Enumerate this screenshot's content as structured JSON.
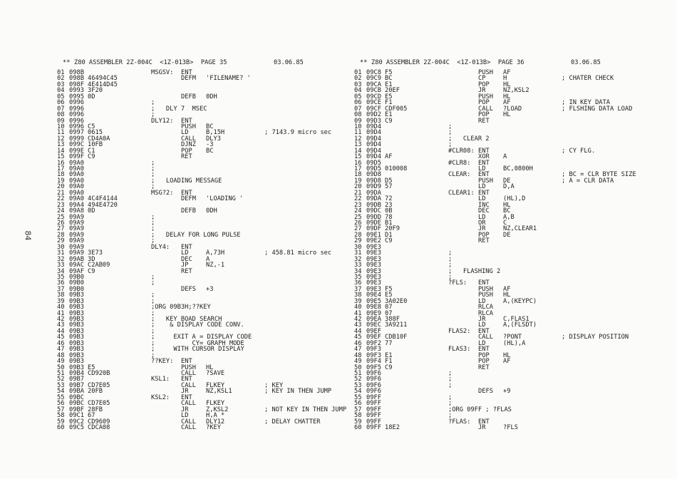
{
  "page_number": "84",
  "pages": [
    {
      "header": {
        "stars": "**",
        "title": "Z80 ASSEMBLER 2Z-004C  <1Z-013B>  PAGE 35",
        "date": "03.06.85"
      },
      "lines": [
        {
          "n": "01",
          "addr": "098B",
          "label": "MSGSV:",
          "op": "ENT"
        },
        {
          "n": "02",
          "addr": "098B",
          "code": "46494C45",
          "op": "DEFM",
          "arg": "'FILENAME? '"
        },
        {
          "n": "03",
          "addr": "098F",
          "code": "4E414D45"
        },
        {
          "n": "04",
          "addr": "0993",
          "code": "3F20"
        },
        {
          "n": "05",
          "addr": "0995",
          "code": "0D",
          "op": "DEFB",
          "arg": "0DH"
        },
        {
          "n": "06",
          "addr": "0996",
          "label": ";"
        },
        {
          "n": "07",
          "addr": "0996",
          "label": ";   DLY 7  MSEC"
        },
        {
          "n": "08",
          "addr": "0996",
          "label": ";"
        },
        {
          "n": "09",
          "addr": "0996",
          "label": "DLY12:",
          "op": "ENT"
        },
        {
          "n": "10",
          "addr": "0996",
          "code": "C5",
          "op": "PUSH",
          "arg": "BC"
        },
        {
          "n": "11",
          "addr": "0997",
          "code": "0615",
          "op": "LD",
          "arg": "B,15H",
          "comment": "; 7143.9 micro sec"
        },
        {
          "n": "12",
          "addr": "0999",
          "code": "CD4A0A",
          "op": "CALL",
          "arg": "DLY3"
        },
        {
          "n": "13",
          "addr": "099C",
          "code": "10FB",
          "op": "DJNZ",
          "arg": "-3"
        },
        {
          "n": "14",
          "addr": "099E",
          "code": "C1",
          "op": "POP",
          "arg": "BC"
        },
        {
          "n": "15",
          "addr": "099F",
          "code": "C9",
          "op": "RET"
        },
        {
          "n": "16",
          "addr": "09A0",
          "label": ";"
        },
        {
          "n": "17",
          "addr": "09A0",
          "label": ";"
        },
        {
          "n": "18",
          "addr": "09A0",
          "label": ";"
        },
        {
          "n": "19",
          "addr": "09A0",
          "label": ";   LOADING MESSAGE"
        },
        {
          "n": "20",
          "addr": "09A0",
          "label": ";"
        },
        {
          "n": "21",
          "addr": "09A0",
          "label": "MSG?2:",
          "op": "ENT"
        },
        {
          "n": "22",
          "addr": "09A0",
          "code": "4C4F4144",
          "op": "DEFM",
          "arg": "'LOADING '"
        },
        {
          "n": "23",
          "addr": "09A4",
          "code": "494E4720"
        },
        {
          "n": "24",
          "addr": "09A8",
          "code": "0D",
          "op": "DEFB",
          "arg": "0DH"
        },
        {
          "n": "25",
          "addr": "09A9",
          "label": ";"
        },
        {
          "n": "26",
          "addr": "09A9",
          "label": ";"
        },
        {
          "n": "27",
          "addr": "09A9",
          "label": ";"
        },
        {
          "n": "28",
          "addr": "09A9",
          "label": ";   DELAY FOR LONG PULSE"
        },
        {
          "n": "29",
          "addr": "09A9",
          "label": ";"
        },
        {
          "n": "30",
          "addr": "09A9",
          "label": "DLY4:",
          "op": "ENT"
        },
        {
          "n": "31",
          "addr": "09A9",
          "code": "3E73",
          "op": "LD",
          "arg": "A,73H",
          "comment": "; 458.81 micro sec"
        },
        {
          "n": "32",
          "addr": "09AB",
          "code": "3D",
          "op": "DEC",
          "arg": "A"
        },
        {
          "n": "33",
          "addr": "09AC",
          "code": "C2AB09",
          "op": "JP",
          "arg": "NZ,-1"
        },
        {
          "n": "34",
          "addr": "09AF",
          "code": "C9",
          "op": "RET"
        },
        {
          "n": "35",
          "addr": "09B0",
          "label": ";"
        },
        {
          "n": "36",
          "addr": "09B0",
          "label": ";"
        },
        {
          "n": "37",
          "addr": "09B0",
          "op": "DEFS",
          "arg": "+3"
        },
        {
          "n": "38",
          "addr": "09B3",
          "label": ";"
        },
        {
          "n": "39",
          "addr": "09B3",
          "label": ";"
        },
        {
          "n": "40",
          "addr": "09B3",
          "label": ";ORG 09B3H;??KEY"
        },
        {
          "n": "41",
          "addr": "09B3",
          "label": ";"
        },
        {
          "n": "42",
          "addr": "09B3",
          "label": ";   KEY BOAD SEARCH"
        },
        {
          "n": "43",
          "addr": "09B3",
          "label": ";    & DISPLAY CODE CONV."
        },
        {
          "n": "44",
          "addr": "09B3",
          "label": ";"
        },
        {
          "n": "45",
          "addr": "09B3",
          "label": ";     EXIT A = DISPLAY CODE"
        },
        {
          "n": "46",
          "addr": "09B3",
          "label": ";          CY= GRAPH MODE"
        },
        {
          "n": "47",
          "addr": "09B3",
          "label": ";     WITH CURSOR DISPLAY"
        },
        {
          "n": "48",
          "addr": "09B3",
          "label": ";"
        },
        {
          "n": "49",
          "addr": "09B3",
          "label": "??KEY:",
          "op": "ENT"
        },
        {
          "n": "50",
          "addr": "09B3",
          "code": "E5",
          "op": "PUSH",
          "arg": "HL"
        },
        {
          "n": "51",
          "addr": "09B4",
          "code": "CD920B",
          "op": "CALL",
          "arg": "?SAVE"
        },
        {
          "n": "52",
          "addr": "09B7",
          "label": "KSL1:",
          "op": "ENT"
        },
        {
          "n": "53",
          "addr": "09B7",
          "code": "CD7E05",
          "op": "CALL",
          "arg": "FLKEY",
          "comment": "; KEY"
        },
        {
          "n": "54",
          "addr": "09BA",
          "code": "20FB",
          "op": "JR",
          "arg": "NZ,KSL1",
          "comment": "; KEY IN THEN JUMP"
        },
        {
          "n": "55",
          "addr": "09BC",
          "label": "KSL2:",
          "op": "ENT"
        },
        {
          "n": "56",
          "addr": "09BC",
          "code": "CD7E05",
          "op": "CALL",
          "arg": "FLKEY"
        },
        {
          "n": "57",
          "addr": "09BF",
          "code": "28FB",
          "op": "JR",
          "arg": "Z,KSL2",
          "comment": "; NOT KEY IN THEN JUMP"
        },
        {
          "n": "58",
          "addr": "09C1",
          "code": "67",
          "op": "LD",
          "arg": "H,A *"
        },
        {
          "n": "59",
          "addr": "09C2",
          "code": "CD9609",
          "op": "CALL",
          "arg": "DLY12",
          "comment": "; DELAY CHATTER"
        },
        {
          "n": "60",
          "addr": "09C5",
          "code": "CDCA08",
          "op": "CALL",
          "arg": "?KEY"
        }
      ]
    },
    {
      "header": {
        "stars": "**",
        "title": "Z80 ASSEMBLER 2Z-004C  <1Z-013B>  PAGE 36",
        "date": "03.06.85"
      },
      "lines": [
        {
          "n": "01",
          "addr": "09C8",
          "code": "F5",
          "op": "PUSH",
          "arg": "AF"
        },
        {
          "n": "02",
          "addr": "09C9",
          "code": "BC",
          "op": "CP",
          "arg": "H",
          "comment": "; CHATER CHECK"
        },
        {
          "n": "03",
          "addr": "09CA",
          "code": "E1",
          "op": "POP",
          "arg": "HL"
        },
        {
          "n": "04",
          "addr": "09CB",
          "code": "20EF",
          "op": "JR",
          "arg": "NZ,KSL2"
        },
        {
          "n": "05",
          "addr": "09CD",
          "code": "E5",
          "op": "PUSH",
          "arg": "HL"
        },
        {
          "n": "06",
          "addr": "09CE",
          "code": "F1",
          "op": "POP",
          "arg": "AF",
          "comment": "; IN KEY DATA"
        },
        {
          "n": "07",
          "addr": "09CF",
          "code": "CDF005",
          "op": "CALL",
          "arg": "?LOAD",
          "comment": "; FLSHING DATA LOAD"
        },
        {
          "n": "08",
          "addr": "09D2",
          "code": "E1",
          "op": "POP",
          "arg": "HL"
        },
        {
          "n": "09",
          "addr": "09D3",
          "code": "C9",
          "op": "RET"
        },
        {
          "n": "10",
          "addr": "09D4",
          "label": ";"
        },
        {
          "n": "11",
          "addr": "09D4",
          "label": ";"
        },
        {
          "n": "12",
          "addr": "09D4",
          "label": ";   CLEAR 2"
        },
        {
          "n": "13",
          "addr": "09D4",
          "label": ";"
        },
        {
          "n": "14",
          "addr": "09D4",
          "label": "#CLR08:",
          "op": "ENT",
          "comment": "; CY FLG."
        },
        {
          "n": "15",
          "addr": "09D4",
          "code": "AF",
          "op": "XOR",
          "arg": "A"
        },
        {
          "n": "16",
          "addr": "09D5",
          "label": "#CLR8:",
          "op": "ENT"
        },
        {
          "n": "17",
          "addr": "09D5",
          "code": "010008",
          "op": "LD",
          "arg": "BC,0800H"
        },
        {
          "n": "18",
          "addr": "09D8",
          "label": "CLEAR:",
          "op": "ENT",
          "comment": "; BC = CLR BYTE SIZE"
        },
        {
          "n": "19",
          "addr": "09D8",
          "code": "D5",
          "op": "PUSH",
          "arg": "DE",
          "comment": "; A = CLR DATA"
        },
        {
          "n": "20",
          "addr": "09D9",
          "code": "57",
          "op": "LD",
          "arg": "D,A"
        },
        {
          "n": "21",
          "addr": "09DA",
          "label": "CLEAR1:",
          "op": "ENT"
        },
        {
          "n": "22",
          "addr": "09DA",
          "code": "72",
          "op": "LD",
          "arg": "(HL),D"
        },
        {
          "n": "23",
          "addr": "09DB",
          "code": "23",
          "op": "INC",
          "arg": "HL"
        },
        {
          "n": "24",
          "addr": "09DC",
          "code": "0B",
          "op": "DEC",
          "arg": "BC"
        },
        {
          "n": "25",
          "addr": "09DD",
          "code": "78",
          "op": "LD",
          "arg": "A,B"
        },
        {
          "n": "26",
          "addr": "09DE",
          "code": "B1",
          "op": "OR",
          "arg": "C"
        },
        {
          "n": "27",
          "addr": "09DF",
          "code": "20F9",
          "op": "JR",
          "arg": "NZ,CLEAR1"
        },
        {
          "n": "28",
          "addr": "09E1",
          "code": "D1",
          "op": "POP",
          "arg": "DE"
        },
        {
          "n": "29",
          "addr": "09E2",
          "code": "C9",
          "op": "RET"
        },
        {
          "n": "30",
          "addr": "09E3"
        },
        {
          "n": "31",
          "addr": "09E3",
          "label": ";"
        },
        {
          "n": "32",
          "addr": "09E3",
          "label": ";"
        },
        {
          "n": "33",
          "addr": "09E3",
          "label": ";"
        },
        {
          "n": "34",
          "addr": "09E3",
          "label": ";   FLASHING 2"
        },
        {
          "n": "35",
          "addr": "09E3",
          "label": ";"
        },
        {
          "n": "36",
          "addr": "09E3",
          "label": "?FLS:",
          "op": "ENT"
        },
        {
          "n": "37",
          "addr": "09E3",
          "code": "F5",
          "op": "PUSH",
          "arg": "AF"
        },
        {
          "n": "38",
          "addr": "09E4",
          "code": "E5",
          "op": "PUSH",
          "arg": "HL"
        },
        {
          "n": "39",
          "addr": "09E5",
          "code": "3A02E0",
          "op": "LD",
          "arg": "A,(KEYPC)"
        },
        {
          "n": "40",
          "addr": "09E8",
          "code": "07",
          "op": "RLCA"
        },
        {
          "n": "41",
          "addr": "09E9",
          "code": "07",
          "op": "RLCA"
        },
        {
          "n": "42",
          "addr": "09EA",
          "code": "388F",
          "op": "JR",
          "arg": "C,FLAS1"
        },
        {
          "n": "43",
          "addr": "09EC",
          "code": "3A9211",
          "op": "LD",
          "arg": "A,(FLSDT)"
        },
        {
          "n": "44",
          "addr": "09EF",
          "label": "FLAS2:",
          "op": "ENT"
        },
        {
          "n": "45",
          "addr": "09EF",
          "code": "CDB10F",
          "op": "CALL",
          "arg": "?PONT",
          "comment": "; DISPLAY POSITION"
        },
        {
          "n": "46",
          "addr": "09F2",
          "code": "77",
          "op": "LD",
          "arg": "(HL),A"
        },
        {
          "n": "47",
          "addr": "09F3",
          "label": "FLAS3:",
          "op": "ENT"
        },
        {
          "n": "48",
          "addr": "09F3",
          "code": "E1",
          "op": "POP",
          "arg": "HL"
        },
        {
          "n": "49",
          "addr": "09F4",
          "code": "F1",
          "op": "POP",
          "arg": "AF"
        },
        {
          "n": "50",
          "addr": "09F5",
          "code": "C9",
          "op": "RET"
        },
        {
          "n": "51",
          "addr": "09F6",
          "label": ";"
        },
        {
          "n": "52",
          "addr": "09F6",
          "label": ";"
        },
        {
          "n": "53",
          "addr": "09F6",
          "label": ";"
        },
        {
          "n": "54",
          "addr": "09F6",
          "op": "DEFS",
          "arg": "+9"
        },
        {
          "n": "55",
          "addr": "09FF",
          "label": ";"
        },
        {
          "n": "56",
          "addr": "09FF",
          "label": ";"
        },
        {
          "n": "57",
          "addr": "09FF",
          "label": ";ORG 09FF ; ?FLAS"
        },
        {
          "n": "58",
          "addr": "09FF",
          "label": ";"
        },
        {
          "n": "59",
          "addr": "09FF",
          "label": "?FLAS:",
          "op": "ENT"
        },
        {
          "n": "60",
          "addr": "09FF",
          "code": "18E2",
          "op": "JR",
          "arg": "?FLS"
        }
      ]
    }
  ]
}
